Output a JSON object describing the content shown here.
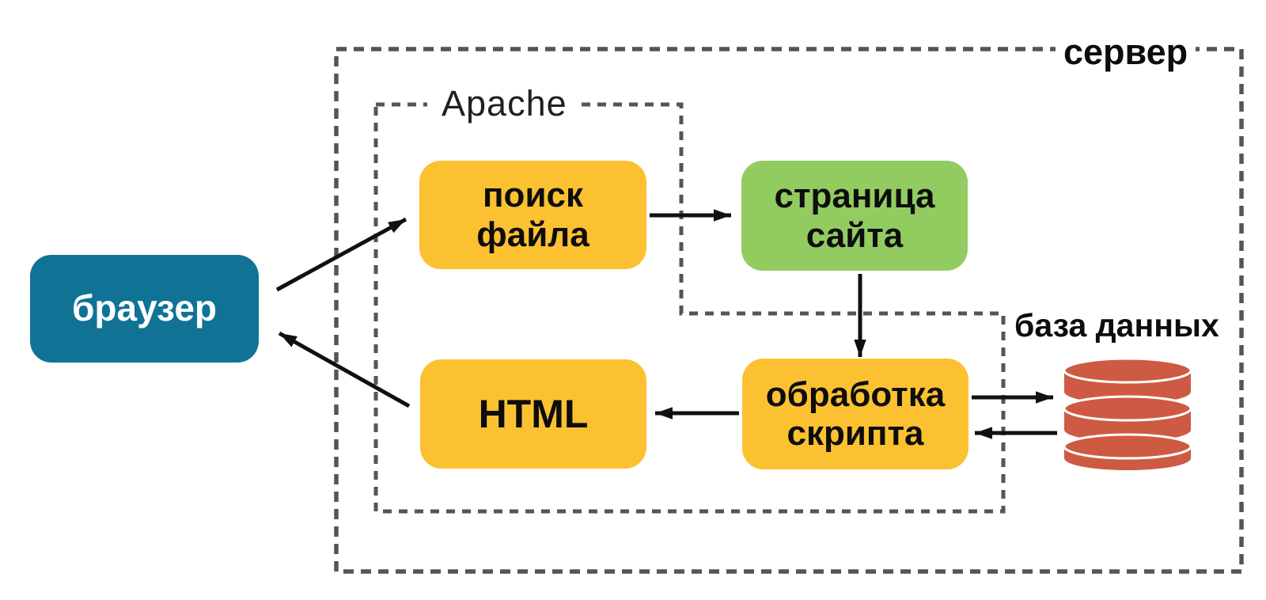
{
  "diagram": {
    "title_region_labels": {
      "server": "сервер",
      "apache": "Apache",
      "database": "база данных"
    },
    "nodes": {
      "browser": "браузер",
      "file_search": "поиск\nфайла",
      "site_page": "страница\nсайта",
      "script_processing": "обработка\nскрипта",
      "html": "HTML"
    },
    "edges": [
      {
        "from": "браузер",
        "to": "поиск файла"
      },
      {
        "from": "поиск файла",
        "to": "страница сайта"
      },
      {
        "from": "страница сайта",
        "to": "обработка скрипта"
      },
      {
        "from": "обработка скрипта",
        "to": "HTML"
      },
      {
        "from": "HTML",
        "to": "браузер"
      },
      {
        "from": "обработка скрипта",
        "to": "база данных"
      },
      {
        "from": "база данных",
        "to": "обработка скрипта"
      }
    ],
    "icons": {
      "database": "database-cylinder-icon"
    },
    "colors": {
      "yellow": "#FCC131",
      "green": "#92CC60",
      "blue": "#107396",
      "red": "#CE5A43",
      "dash": "#555555",
      "arrow": "#111111"
    }
  }
}
